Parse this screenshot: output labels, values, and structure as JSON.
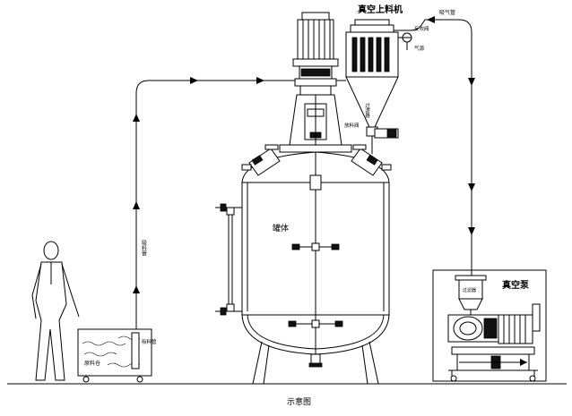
{
  "labels": {
    "vacuum_feeder": "真空上料机",
    "vacuum_pump": "真空泵",
    "tank_body": "罐体",
    "caption": "示意图",
    "suction_pipe_left": "吸料管",
    "suction_pipe_top": "吸气管",
    "feed_pipe_inlet": "吸料管",
    "material_tank": "原料仓",
    "filter": "过滤器",
    "discharge_valve": "放料阀",
    "blowback": "反吹阀",
    "air_source": "气源",
    "pump_filter": "过滤器"
  },
  "colors": {
    "line": "#000000",
    "background": "#ffffff",
    "dark_fill": "#111111"
  },
  "icons": [
    "person-figure",
    "motor-icon",
    "valve-icon",
    "arrow-up-icon",
    "arrow-down-icon",
    "arrow-left-icon",
    "arrow-right-icon"
  ]
}
